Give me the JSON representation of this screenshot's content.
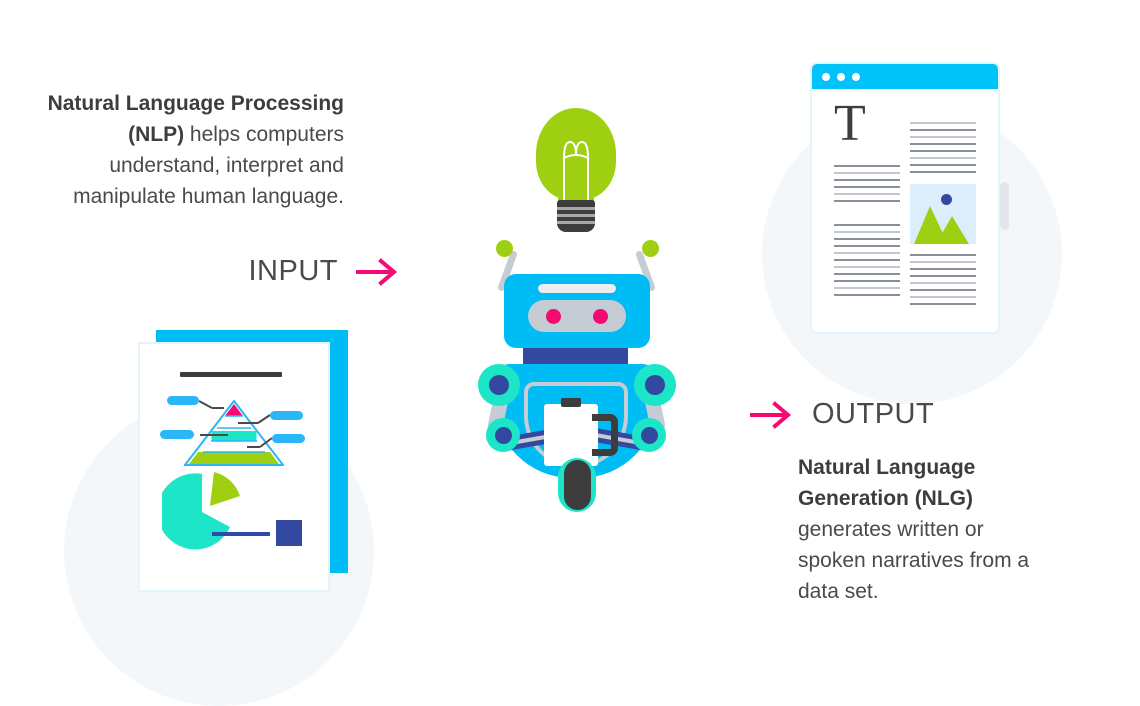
{
  "meta": {
    "title": "NLP and NLG infographic",
    "background": "#ffffff"
  },
  "colors": {
    "accent_pink": "#f50a73",
    "accent_cyan": "#00bcf5",
    "accent_green": "#9ed011",
    "accent_turquoise": "#1ce5c8",
    "accent_navy": "#32499f",
    "text_dark": "#4a4a4a",
    "backdrop_circle": "#f4f7fa"
  },
  "left_panel": {
    "paragraph": {
      "bold_part": "Natural Language Processing (NLP)",
      "rest": " helps computers understand, interpret and manipulate human language."
    },
    "label": "INPUT",
    "arrow_icon": "arrow-right-icon",
    "report": {
      "name": "report-document",
      "title_bar": "document-title-line",
      "pyramid": {
        "name": "pyramid-chart",
        "layers": [
          {
            "label": "tip",
            "color": "#f50a73"
          },
          {
            "label": "layer-2",
            "color": "#ffffff"
          },
          {
            "label": "layer-3",
            "color": "#1ce5c8"
          },
          {
            "label": "layer-4",
            "color": "#ffffff"
          },
          {
            "label": "base",
            "color": "#9ed011"
          }
        ],
        "callouts": 4
      },
      "pie": {
        "name": "pie-chart",
        "slices": [
          {
            "label": "main",
            "color": "#1ce5c8",
            "share": 78
          },
          {
            "label": "exploded",
            "color": "#9ed011",
            "share": 22
          }
        ],
        "legend_square_color": "#32499f"
      }
    }
  },
  "center_panel": {
    "lightbulb": {
      "name": "lightbulb-icon",
      "glass_color": "#9ed011",
      "base_color": "#3d3d3d"
    },
    "robot": {
      "name": "robot-illustration",
      "body_color": "#00bcf5",
      "visor_color": "#c6ccd4",
      "eye_color": "#f50a73",
      "joint_color": "#1ce5c8",
      "hub_color": "#32499f",
      "antenna_tip_color": "#9ed011",
      "clipboard_color": "#ffffff",
      "wheel_color": "#3d3d3d"
    }
  },
  "right_panel": {
    "label": "OUTPUT",
    "arrow_icon": "arrow-right-icon",
    "paragraph": {
      "bold_part": "Natural Language Generation (NLG)",
      "rest": " generates written or spoken narratives from a data set."
    },
    "browser": {
      "name": "browser-window",
      "titlebar_color": "#00c3fa",
      "dots": 3,
      "drop_cap": "T",
      "photo": {
        "name": "image-placeholder",
        "background": "#dceefb",
        "mountain_color": "#9ed011",
        "sun_color": "#32499f"
      },
      "scrollbar": "vertical-scrollbar"
    }
  }
}
